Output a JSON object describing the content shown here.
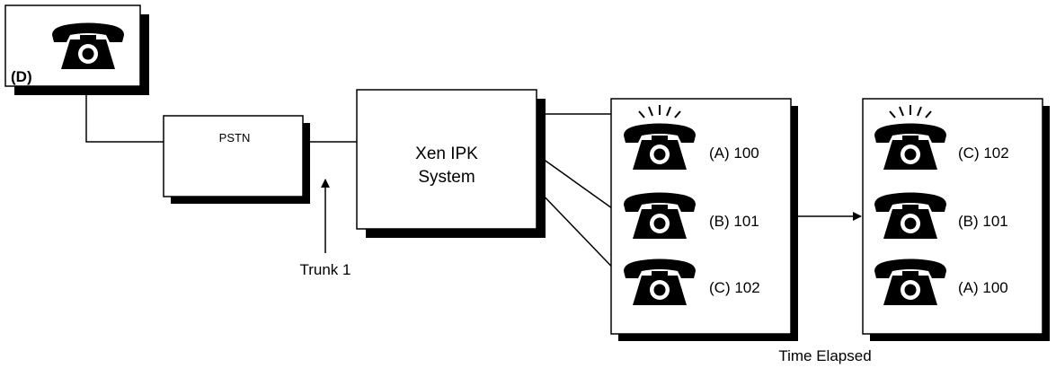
{
  "caller": {
    "label": "(D)"
  },
  "pstn": {
    "label": "PSTN"
  },
  "system": {
    "line1": "Xen IPK",
    "line2": "System"
  },
  "trunk": {
    "label": "Trunk 1"
  },
  "group_before": {
    "phones": [
      {
        "label": "(A) 100",
        "ringing": true
      },
      {
        "label": "(B) 101",
        "ringing": false
      },
      {
        "label": "(C) 102",
        "ringing": false
      }
    ]
  },
  "group_after": {
    "phones": [
      {
        "label": "(C) 102",
        "ringing": true
      },
      {
        "label": "(B) 101",
        "ringing": false
      },
      {
        "label": "(A) 100",
        "ringing": false
      }
    ]
  },
  "time_label": "Time Elapsed",
  "colors": {
    "ink": "#000000",
    "background": "#ffffff"
  }
}
